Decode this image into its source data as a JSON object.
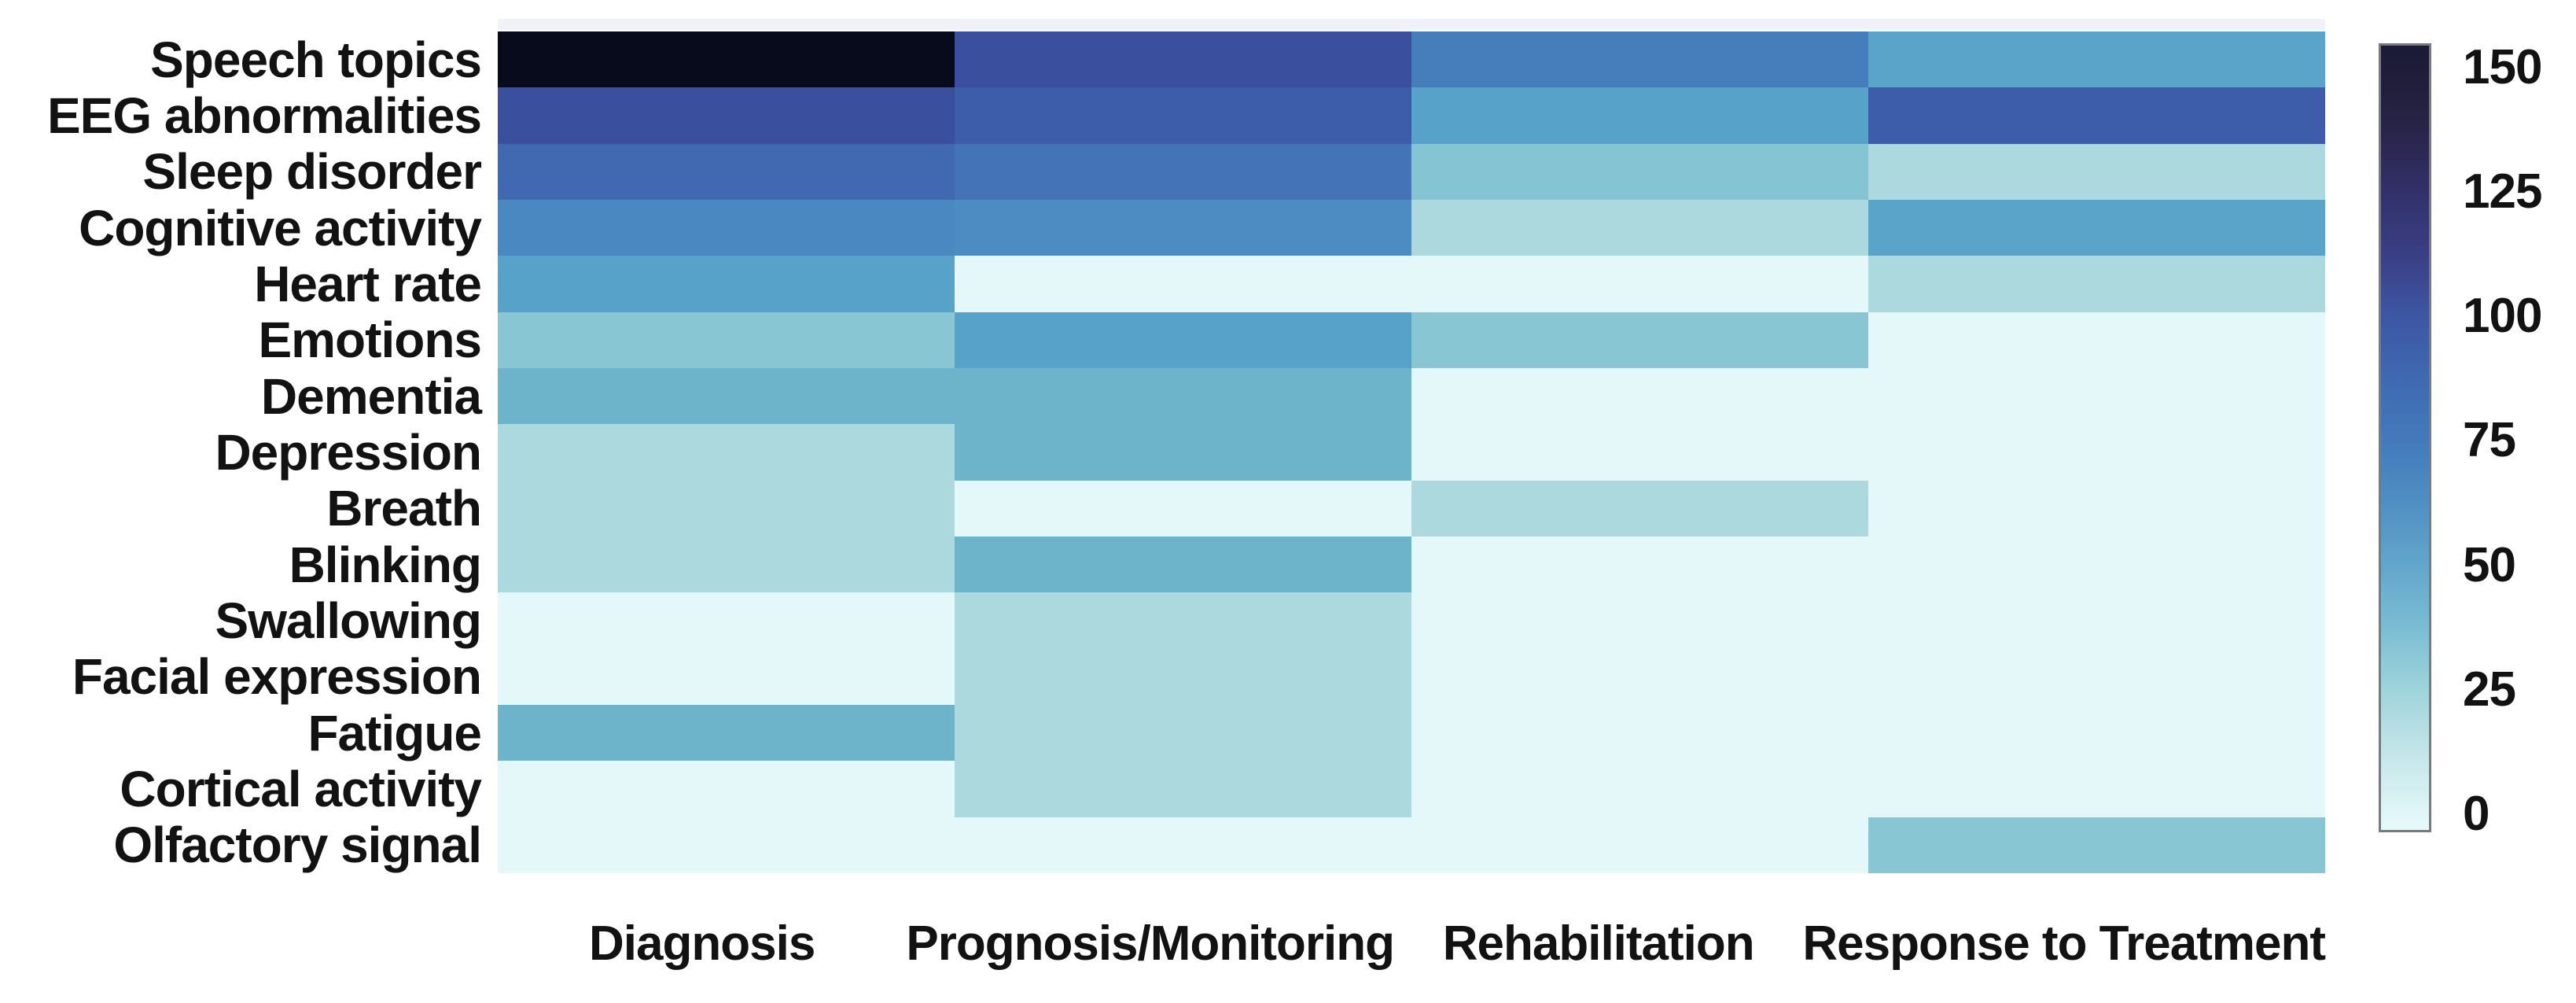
{
  "chart_data": {
    "type": "heatmap",
    "title": "",
    "xlabel": "",
    "ylabel": "",
    "x_categories": [
      "Diagnosis",
      "Prognosis/Monitoring",
      "Rehabilitation",
      "Response to Treatment"
    ],
    "y_categories": [
      "Speech topics",
      "EEG abnormalities",
      "Sleep disorder",
      "Cognitive activity",
      "Heart rate",
      "Emotions",
      "Dementia",
      "Depression",
      "Breath",
      "Blinking",
      "Swallowing",
      "Facial expression",
      "Fatigue",
      "Cortical activity",
      "Olfactory signal"
    ],
    "values": [
      [
        165,
        106,
        80,
        62
      ],
      [
        106,
        97,
        63,
        97
      ],
      [
        89,
        84,
        42,
        25
      ],
      [
        75,
        73,
        25,
        62
      ],
      [
        63,
        2,
        2,
        25
      ],
      [
        40,
        63,
        40,
        2
      ],
      [
        52,
        52,
        2,
        2
      ],
      [
        25,
        52,
        2,
        2
      ],
      [
        25,
        2,
        25,
        2
      ],
      [
        25,
        52,
        2,
        2
      ],
      [
        2,
        25,
        2,
        2
      ],
      [
        2,
        25,
        2,
        2
      ],
      [
        52,
        25,
        2,
        2
      ],
      [
        2,
        25,
        2,
        2
      ],
      [
        2,
        2,
        2,
        40
      ]
    ],
    "vmin": 0,
    "vmax": 165,
    "grid": false,
    "legend_position": "right-colorbar",
    "text_color": "#121212",
    "background": "#ffffff",
    "colormap_stops": [
      {
        "value": 0,
        "color": "#e9fbfc"
      },
      {
        "value": 25,
        "color": "#abd9dd"
      },
      {
        "value": 42,
        "color": "#85c4d2"
      },
      {
        "value": 52,
        "color": "#6db4ca"
      },
      {
        "value": 63,
        "color": "#57a2c8"
      },
      {
        "value": 75,
        "color": "#4a88c1"
      },
      {
        "value": 89,
        "color": "#4069b1"
      },
      {
        "value": 97,
        "color": "#3d5dab"
      },
      {
        "value": 106,
        "color": "#3a4f9d"
      },
      {
        "value": 125,
        "color": "#32306b"
      },
      {
        "value": 150,
        "color": "#1b1a33"
      },
      {
        "value": 165,
        "color": "#070b1c"
      }
    ],
    "colorbar": {
      "ticks": [
        "150",
        "125",
        "100",
        "75",
        "50",
        "25",
        "0"
      ],
      "border_color": "#7a7a7a",
      "gradient": [
        {
          "pct": 0,
          "color": "#1b1a33"
        },
        {
          "pct": 10,
          "color": "#272345"
        },
        {
          "pct": 19,
          "color": "#33316b"
        },
        {
          "pct": 27,
          "color": "#3a3f85"
        },
        {
          "pct": 34,
          "color": "#3d55a2"
        },
        {
          "pct": 42,
          "color": "#3f68b0"
        },
        {
          "pct": 50,
          "color": "#4379bb"
        },
        {
          "pct": 58,
          "color": "#4f8ec3"
        },
        {
          "pct": 66,
          "color": "#62a5cb"
        },
        {
          "pct": 74,
          "color": "#79bcd3"
        },
        {
          "pct": 82,
          "color": "#9ed3da"
        },
        {
          "pct": 90,
          "color": "#c3e5e8"
        },
        {
          "pct": 100,
          "color": "#e7fafb"
        }
      ]
    }
  }
}
